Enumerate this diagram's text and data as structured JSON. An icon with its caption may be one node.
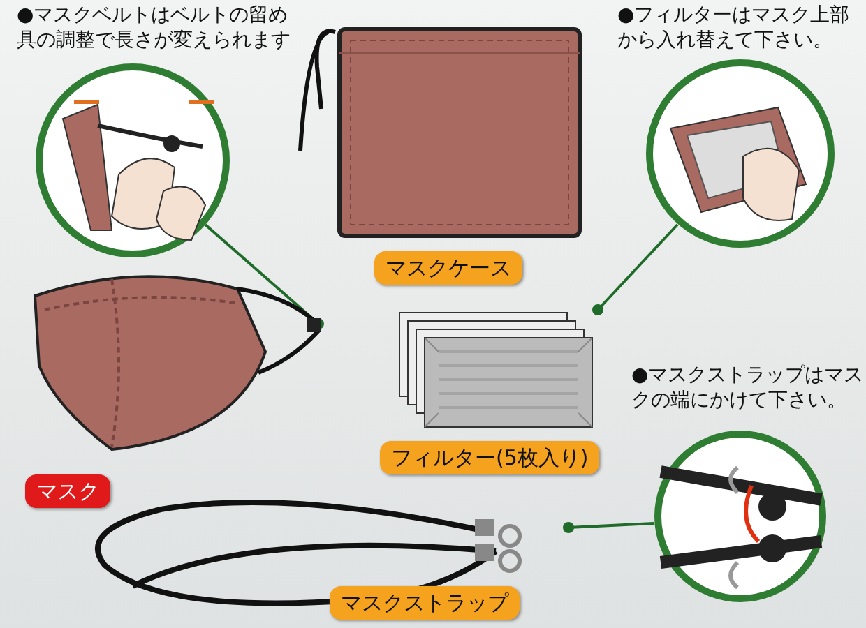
{
  "diagram": {
    "nodes": [
      {
        "text": [],
        "shape": "picture"
      },
      {
        "text": [],
        "shape": "picture"
      },
      {
        "text": [],
        "shape": "picture"
      },
      {
        "text": [
          "マスクケース"
        ]
      },
      {
        "text": [],
        "shape": "picture"
      },
      {
        "text": [],
        "shape": "picture"
      },
      {
        "text": [
          "フィルター(5枚入り)"
        ]
      },
      {
        "text": [],
        "shape": "picture"
      },
      {
        "text": [
          "マスク"
        ]
      },
      {
        "text": [],
        "shape": "picture"
      },
      {
        "text": [
          "マスクストラップ"
        ]
      }
    ],
    "edges": [
      {
        "from": 0,
        "to": 4,
        "arrow": "other"
      },
      {
        "from": 2,
        "to": 5,
        "arrow": "other"
      },
      {
        "from": 7,
        "to": 9,
        "arrow": "other"
      }
    ],
    "labels": [
      "●マスクベルトはベルトの留め具の調整で長さが変えられます",
      "●フィルターはマスク上部から入れ替えて下さい。",
      "●マスクストラップはマスクの端にかけて下さい。"
    ]
  }
}
